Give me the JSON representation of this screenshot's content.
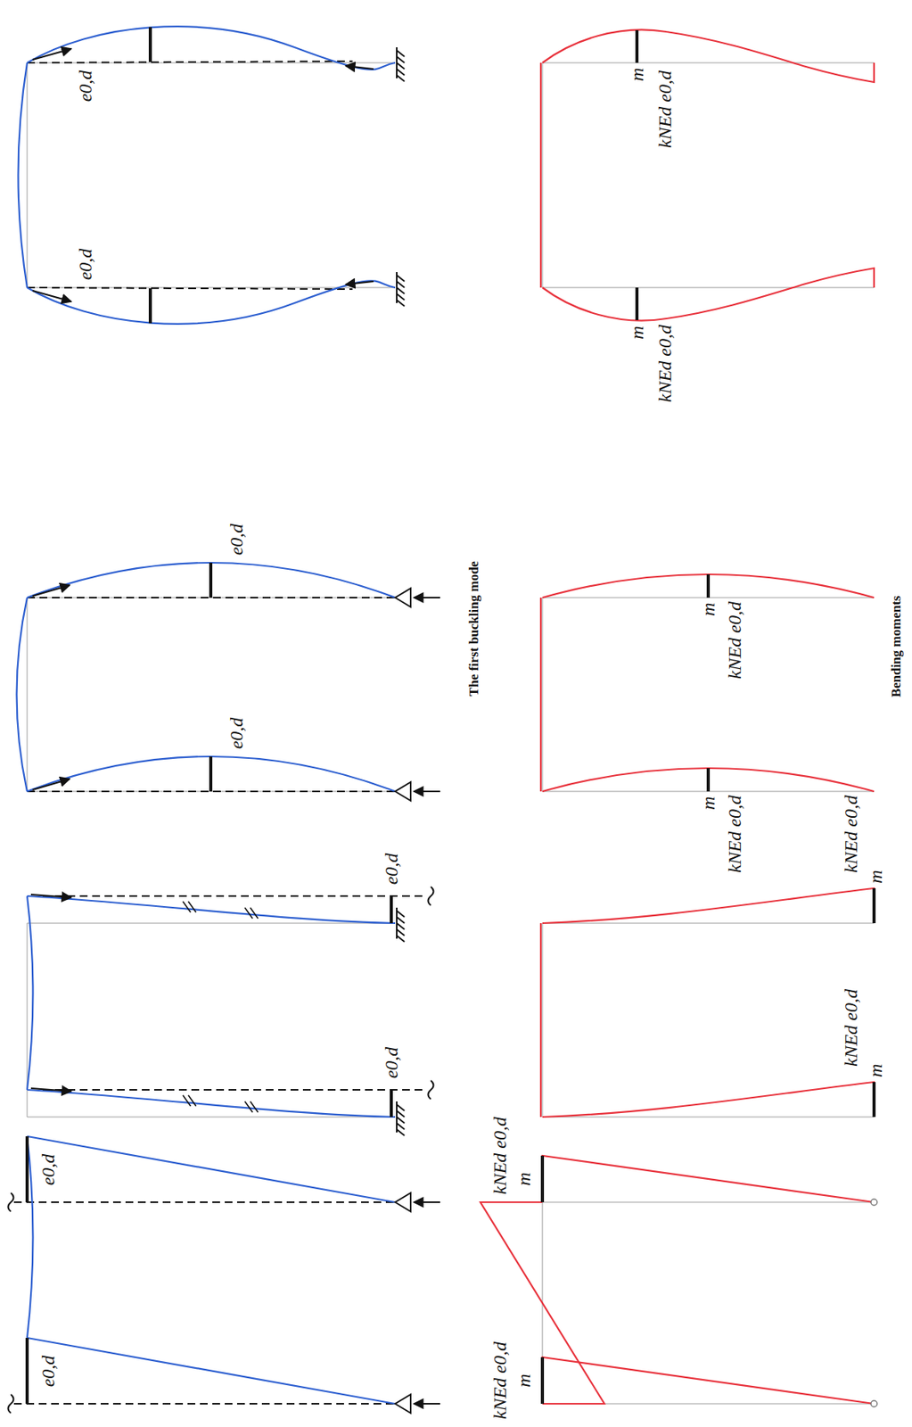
{
  "diagram": {
    "labels": [
      "e0,d",
      "e0,d",
      "e0,d",
      "e0,d",
      "e0,d",
      "e0,d",
      "e0,d",
      "e0,d",
      "The first buckling mode",
      "kNEd e0,d",
      "m",
      "kNEd e0,d",
      "m",
      "kNEd e0,d",
      "m",
      "kNEd e0,d",
      "m",
      "m",
      "kNEd e0,d",
      "m",
      "kNEd e0,d",
      "m",
      "kNEd e0,d",
      "m",
      "kNEd e0,d",
      "Bending moments"
    ]
  }
}
